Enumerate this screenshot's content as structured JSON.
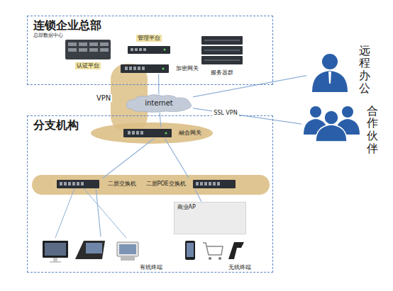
{
  "diagram": {
    "nodes": [
      {
        "text": [
          "连锁企业总部",
          "总部数据中心"
        ]
      },
      {
        "text": [
          "认证平台"
        ],
        "in": 0
      },
      {
        "text": [
          "管理平台"
        ],
        "in": 0
      },
      {
        "text": [
          "加密网关"
        ],
        "in": 0
      },
      {
        "text": [
          "服务器群"
        ],
        "in": 0
      },
      {
        "text": [
          "internet"
        ]
      },
      {
        "text": [
          "远程办公"
        ]
      },
      {
        "text": [
          "合作伙伴"
        ]
      },
      {
        "text": [
          "分支机构"
        ]
      },
      {
        "text": [
          "融合网关"
        ],
        "in": 8
      },
      {
        "text": [
          "二层交换机"
        ],
        "in": 8
      },
      {
        "text": [
          "二层POE交换机"
        ],
        "in": 8
      },
      {
        "text": [
          "商业AP"
        ],
        "in": 8
      },
      {
        "text": [
          "有线终端"
        ],
        "in": 8
      },
      {
        "text": [
          "无线终端"
        ],
        "in": 8
      }
    ],
    "edges": [
      {
        "from": 3,
        "to": 5,
        "arrow": "none"
      },
      {
        "from": 5,
        "to": 9,
        "arrow": "none"
      },
      {
        "from": 5,
        "to": 6,
        "arrow": "none"
      },
      {
        "from": 5,
        "to": 7,
        "label": "SSL VPN",
        "arrow": "none"
      },
      {
        "from": 9,
        "to": 10,
        "arrow": "none"
      },
      {
        "from": 9,
        "to": 11,
        "arrow": "none"
      },
      {
        "from": 10,
        "to": 13,
        "arrow": "none"
      },
      {
        "from": 11,
        "to": 12,
        "arrow": "none"
      }
    ],
    "labels": [
      "VPN"
    ]
  }
}
